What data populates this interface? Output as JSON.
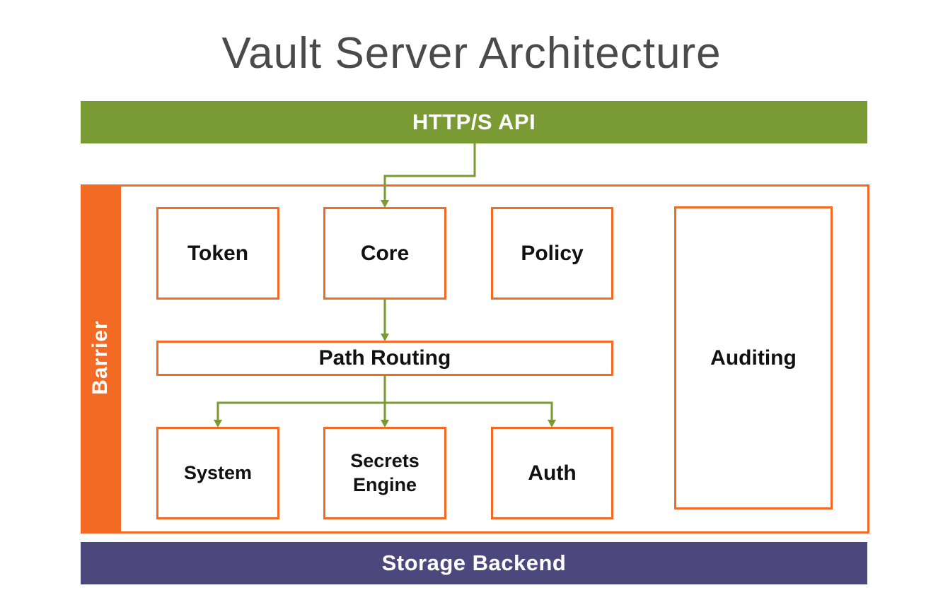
{
  "title": "Vault Server Architecture",
  "api_band": {
    "label": "HTTP/S API",
    "color": "#7a9a33"
  },
  "barrier": {
    "label": "Barrier",
    "color": "#f26a24"
  },
  "components": {
    "token": "Token",
    "core": "Core",
    "policy": "Policy",
    "path_routing": "Path Routing",
    "auditing": "Auditing",
    "system": "System",
    "secrets_engine_line1": "Secrets",
    "secrets_engine_line2": "Engine",
    "auth": "Auth"
  },
  "storage_band": {
    "label": "Storage Backend",
    "color": "#4c477d"
  },
  "connector_color": "#7a9a33",
  "connections": [
    [
      "HTTP/S API",
      "Core"
    ],
    [
      "Core",
      "Path Routing"
    ],
    [
      "Path Routing",
      "System"
    ],
    [
      "Path Routing",
      "Secrets Engine"
    ],
    [
      "Path Routing",
      "Auth"
    ]
  ]
}
